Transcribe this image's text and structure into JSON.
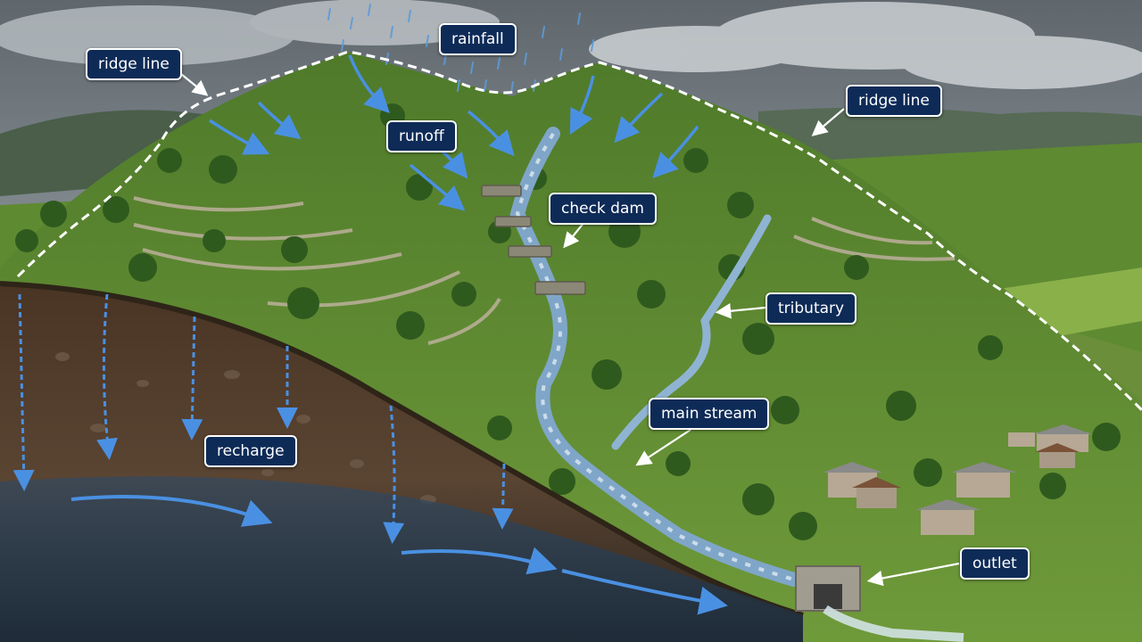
{
  "labels": {
    "rainfall": "rainfall",
    "ridge_left": "ridge line",
    "ridge_right": "ridge line",
    "runoff": "runoff",
    "check_dam": "check dam",
    "tributary": "tributary",
    "main_stream": "main stream",
    "recharge": "recharge",
    "outlet": "outlet"
  },
  "colors": {
    "label_fill": "#0e2b57",
    "label_border": "#ffffff",
    "flow_arrow": "#4a90e2",
    "ridge_line": "#ffffff",
    "water": "#7fa6c8"
  }
}
